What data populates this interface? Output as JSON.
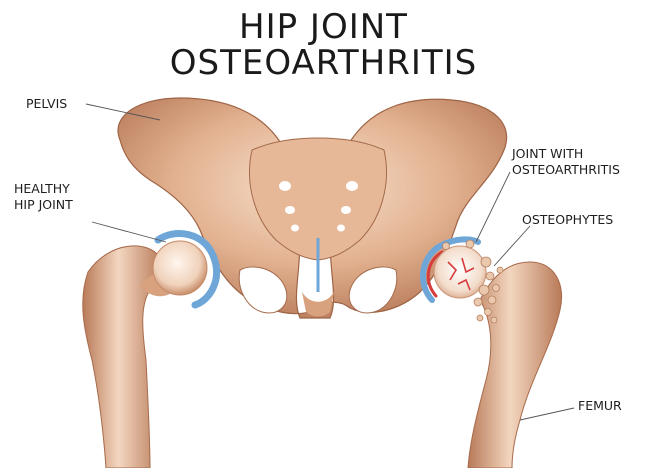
{
  "title": {
    "line1": "HIP JOINT",
    "line2": "OSTEOARTHRITIS"
  },
  "labels": {
    "pelvis": "PELVIS",
    "healthy_line1": "HEALTHY",
    "healthy_line2": "HIP JOINT",
    "oa_line1": "JOINT WITH",
    "oa_line2": "OSTEOARTHRITIS",
    "osteophytes": "OSTEOPHYTES",
    "femur": "FEMUR"
  },
  "colors": {
    "bone_light": "#f6dcc6",
    "bone_mid": "#d9a27f",
    "bone_dark": "#a96c4c",
    "cartilage": "#6fa6d8",
    "inflamed": "#d63c3c",
    "label_text": "#1e1e1e"
  }
}
